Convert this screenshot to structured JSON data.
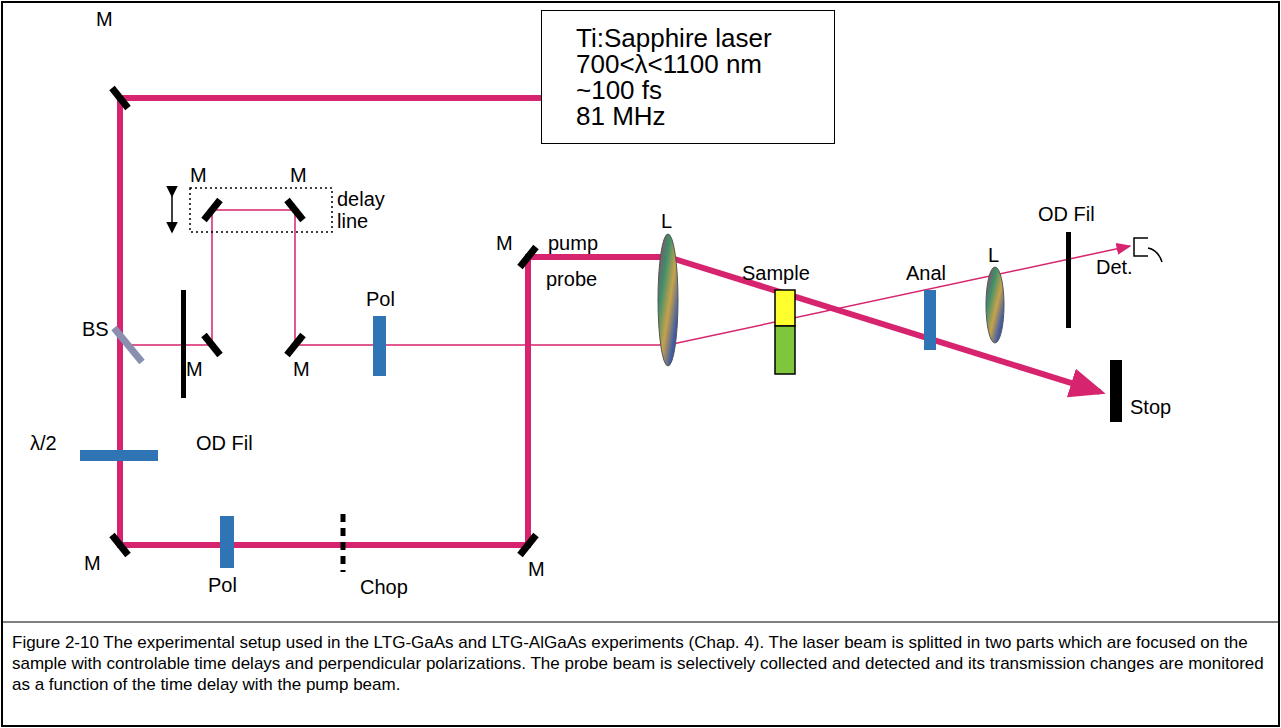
{
  "diagram": {
    "caption": "Figure 2-10 The experimental setup used in the LTG-GaAs and LTG-AlGaAs experiments (Chap. 4). The laser beam is splitted in two parts which are focused on the sample with controlable time delays and perpendicular polarizations. The probe beam is selectively collected and detected and its transmission changes are monitored as a function of the time delay with the pump beam.",
    "nodes": [
      {
        "text": [
          "Ti:Sapphire laser",
          "700<λ<1100 nm",
          "~100 fs",
          "81 MHz"
        ]
      }
    ],
    "labels": [
      "M",
      "M",
      "M",
      "delay line",
      "Pol",
      "M",
      "pump",
      "L",
      "Sample",
      "Anal",
      "L",
      "OD Fil",
      "Det.",
      "BS",
      "M",
      "M",
      "probe",
      "λ/2",
      "OD Fil",
      "Stop",
      "M",
      "Pol",
      "Chop",
      "M"
    ]
  }
}
